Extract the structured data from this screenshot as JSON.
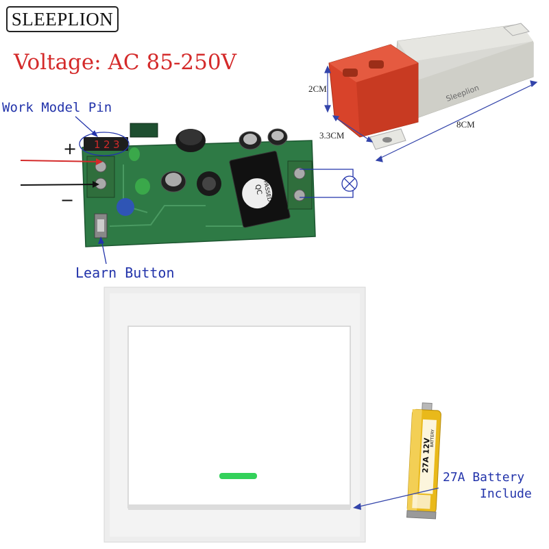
{
  "brand": {
    "name": "SLEEPLION",
    "case_logo": "Sleeplion"
  },
  "voltage": {
    "text": "Voltage: AC 85-250V"
  },
  "labels": {
    "work_model_pin": "Work Model Pin",
    "learn_button": "Learn Button",
    "battery_line1": "27A Battery",
    "battery_line2": "Include"
  },
  "board": {
    "pin_numbers": [
      "1",
      "2",
      "3"
    ],
    "plus": "+",
    "minus": "−",
    "relay_lines": [
      "QC",
      "PASSED"
    ]
  },
  "dimensions": {
    "height": "2CM",
    "width": "3.3CM",
    "length": "8CM"
  },
  "battery": {
    "model": "27A 12V",
    "word": "BATTERY"
  },
  "colors": {
    "voltage": "#d42a2a",
    "label_blue": "#2233aa",
    "case_orange": "#d8432a",
    "pcb_green": "#2e7a45"
  }
}
